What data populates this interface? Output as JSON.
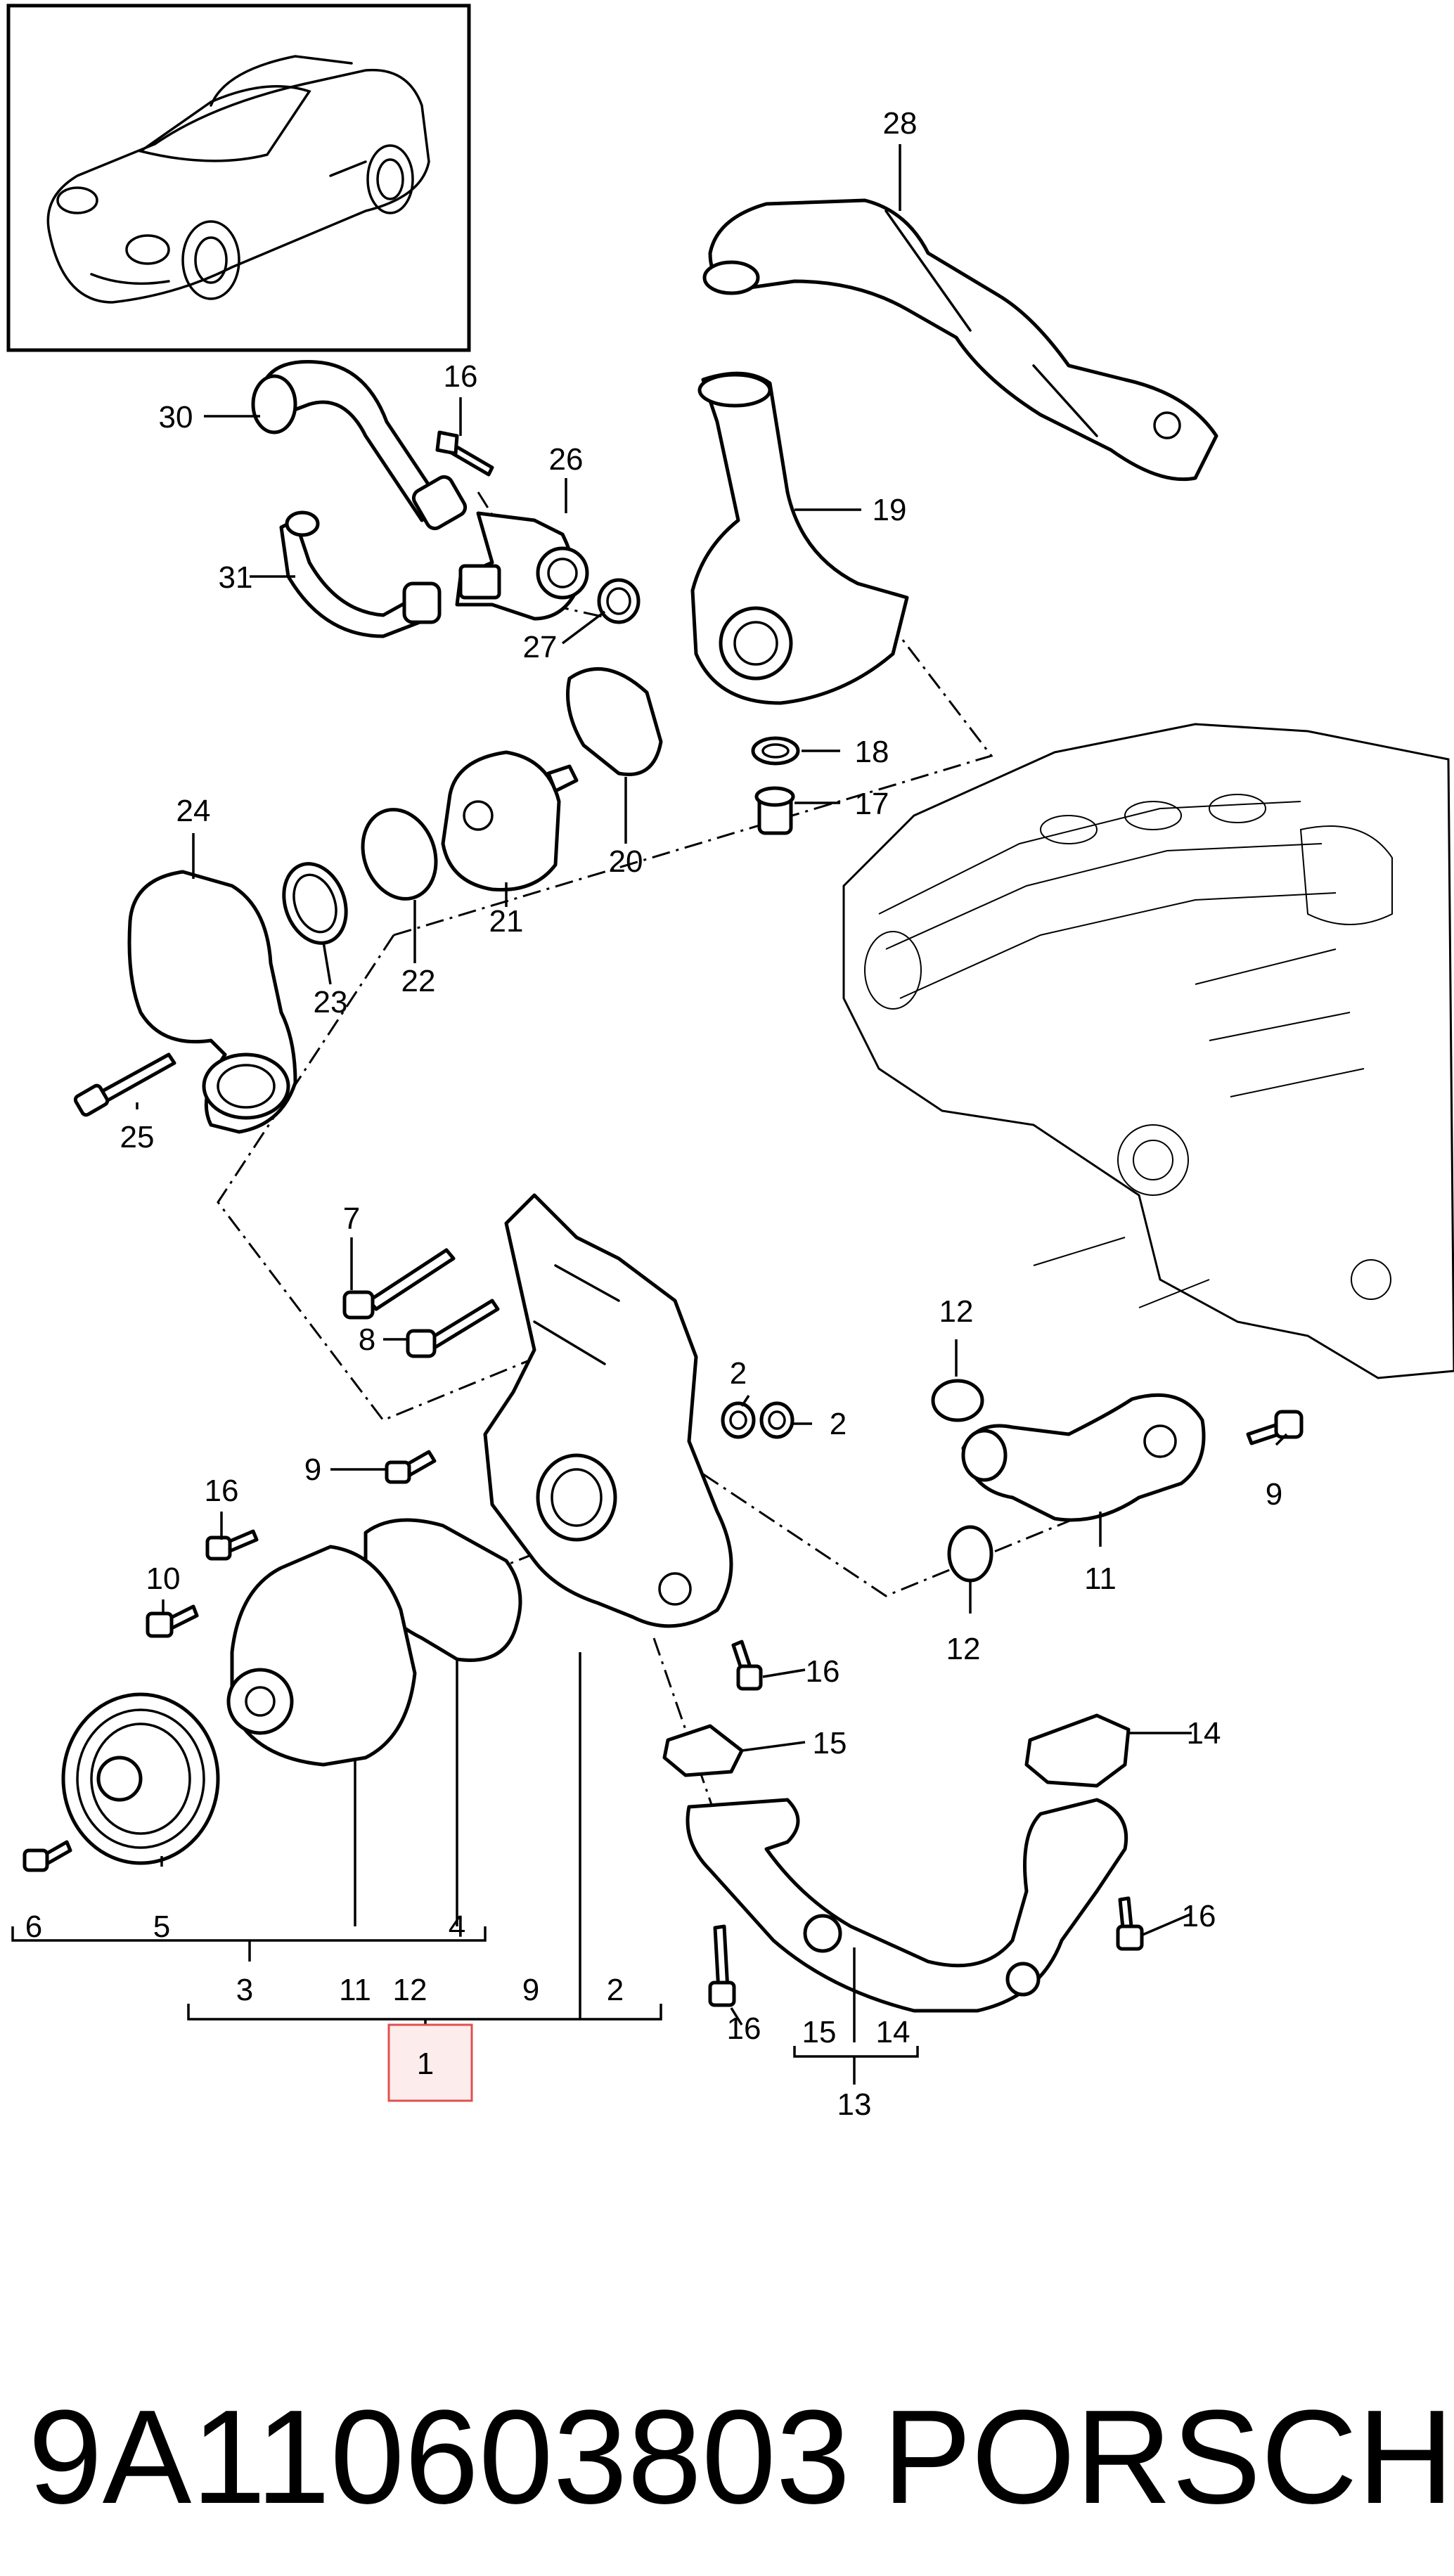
{
  "diagram": {
    "callouts": [
      {
        "id": "c28",
        "label": "28"
      },
      {
        "id": "c16a",
        "label": "16"
      },
      {
        "id": "c26",
        "label": "26"
      },
      {
        "id": "c30",
        "label": "30"
      },
      {
        "id": "c19",
        "label": "19"
      },
      {
        "id": "c31",
        "label": "31"
      },
      {
        "id": "c27",
        "label": "27"
      },
      {
        "id": "c18",
        "label": "18"
      },
      {
        "id": "c17",
        "label": "17"
      },
      {
        "id": "c24",
        "label": "24"
      },
      {
        "id": "c20",
        "label": "20"
      },
      {
        "id": "c21",
        "label": "21"
      },
      {
        "id": "c23",
        "label": "23"
      },
      {
        "id": "c22",
        "label": "22"
      },
      {
        "id": "c25",
        "label": "25"
      },
      {
        "id": "c7",
        "label": "7"
      },
      {
        "id": "c8",
        "label": "8"
      },
      {
        "id": "c12a",
        "label": "12"
      },
      {
        "id": "c2a",
        "label": "2"
      },
      {
        "id": "c2b",
        "label": "2"
      },
      {
        "id": "c9a",
        "label": "9"
      },
      {
        "id": "c9b",
        "label": "9"
      },
      {
        "id": "c16b",
        "label": "16"
      },
      {
        "id": "c10",
        "label": "10"
      },
      {
        "id": "c11a",
        "label": "11"
      },
      {
        "id": "c12b",
        "label": "12"
      },
      {
        "id": "c16c",
        "label": "16"
      },
      {
        "id": "c15a",
        "label": "15"
      },
      {
        "id": "c14a",
        "label": "14"
      },
      {
        "id": "c16d",
        "label": "16"
      },
      {
        "id": "c6",
        "label": "6"
      },
      {
        "id": "c5",
        "label": "5"
      },
      {
        "id": "c4",
        "label": "4"
      },
      {
        "id": "c16e",
        "label": "16"
      },
      {
        "id": "c15b",
        "label": "15"
      },
      {
        "id": "c14b",
        "label": "14"
      },
      {
        "id": "c13",
        "label": "13"
      },
      {
        "id": "c3",
        "label": "3"
      },
      {
        "id": "c11b",
        "label": "11"
      },
      {
        "id": "c12c",
        "label": "12"
      },
      {
        "id": "c9c",
        "label": "9"
      },
      {
        "id": "c2c",
        "label": "2"
      }
    ],
    "highlight": {
      "label": "1",
      "color": "#e05050"
    }
  },
  "footer": {
    "part_number": "9A110603803",
    "brand": "PORSCHE"
  }
}
